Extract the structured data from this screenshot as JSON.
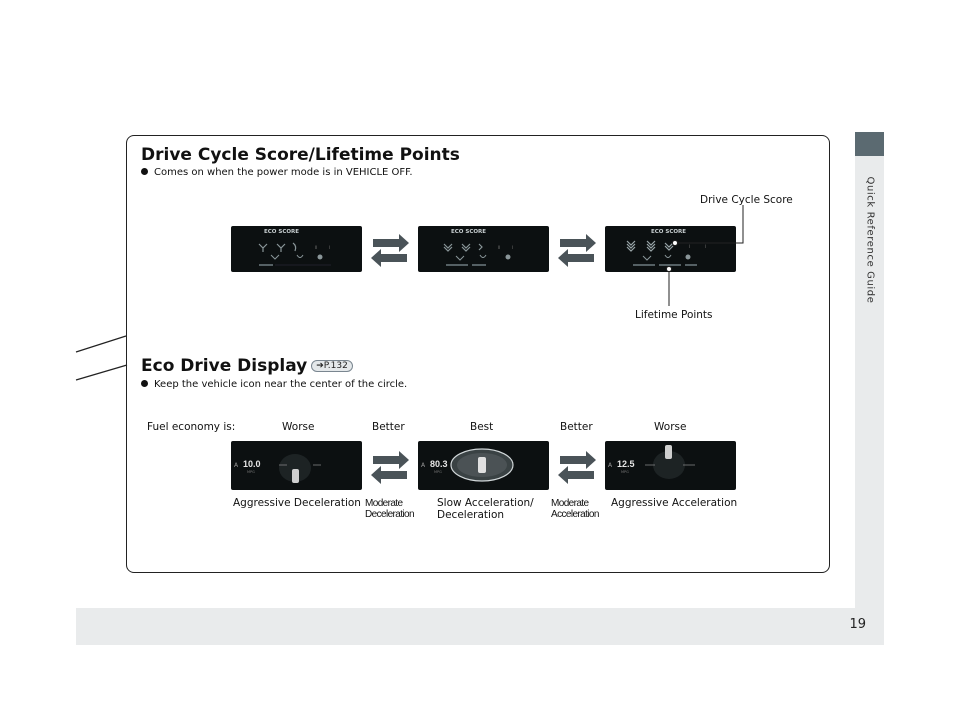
{
  "side_label": "Quick Reference Guide",
  "page_number": "19",
  "section1": {
    "title": "Drive Cycle Score/Lifetime Points",
    "bullet": "Comes on when the power mode is in VEHICLE OFF.",
    "screen_title": "ECO SCORE",
    "callout_score": "Drive Cycle Score",
    "callout_points": "Lifetime Points"
  },
  "section2": {
    "title": "Eco Drive Display",
    "ref": "P.132",
    "bullet": "Keep the vehicle icon near the center of the circle.",
    "fuel_label": "Fuel economy is:",
    "ratings": [
      "Worse",
      "Better",
      "Best",
      "Better",
      "Worse"
    ],
    "readouts": [
      "10.0",
      "80.3",
      "12.5"
    ],
    "readout_unit": "MPG",
    "captions": {
      "left": "Aggressive Deceleration",
      "mid_left": "Moderate\nDeceleration",
      "center": "Slow Acceleration/\nDeceleration",
      "mid_right": "Moderate\nAcceleration",
      "right": "Aggressive Acceleration"
    }
  },
  "colors": {
    "accent_tab": "#5b6a71",
    "band": "#e9ebec",
    "screen_bg": "#0c1011",
    "arrow": "#4a5358"
  }
}
